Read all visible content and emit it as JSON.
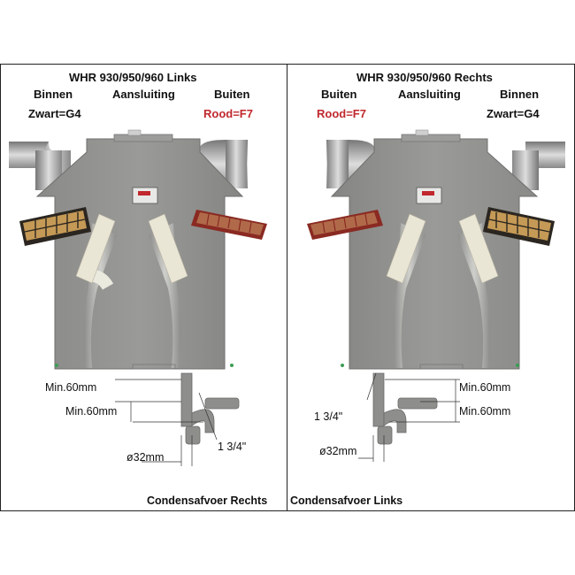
{
  "left": {
    "title": "WHR 930/950/960 Links",
    "col_left": "Binnen",
    "col_mid": "Aansluiting",
    "col_right": "Buiten",
    "filter_left": "Zwart=G4",
    "filter_right": "Rood=F7",
    "dim_top": "Min.60mm",
    "dim_mid": "Min.60mm",
    "dim_pipe": "1 3/4\"",
    "dim_diam": "ø32mm",
    "footer": "Condensafvoer Rechts"
  },
  "right": {
    "title": "WHR 930/950/960 Rechts",
    "col_left": "Buiten",
    "col_mid": "Aansluiting",
    "col_right": "Binnen",
    "filter_left": "Rood=F7",
    "filter_right": "Zwart=G4",
    "dim_top": "Min.60mm",
    "dim_mid": "Min.60mm",
    "dim_pipe": "1 3/4\"",
    "dim_diam": "ø32mm",
    "footer": "Condensafvoer Links"
  },
  "colors": {
    "red_label": "#c0282d",
    "unit_grey": "#8e8e8c",
    "filter_black": "#2b2620",
    "filter_red": "#8a2a22"
  }
}
